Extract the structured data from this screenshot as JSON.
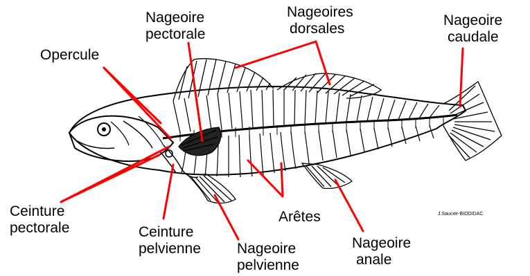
{
  "labels": {
    "nageoire_pectorale": [
      "Nageoire",
      "pectorale"
    ],
    "nageoires_dorsales": [
      "Nageoires",
      "dorsales"
    ],
    "nageoire_caudale": [
      "Nageoire",
      "caudale"
    ],
    "opercule": "Opercule",
    "ceinture_pectorale": [
      "Ceinture",
      "pectorale"
    ],
    "ceinture_pelvienne": [
      "Ceinture",
      "pelvienne"
    ],
    "nageoire_pelvienne": [
      "Nageoire",
      "pelvienne"
    ],
    "aretes": "Arêtes",
    "nageoire_anale": [
      "Nageoire",
      "anale"
    ]
  },
  "credit": "J.Saucier-BIODIDAC",
  "colors": {
    "leader_line": "#ff0000",
    "drawing": "#000000",
    "background": "#ffffff"
  }
}
